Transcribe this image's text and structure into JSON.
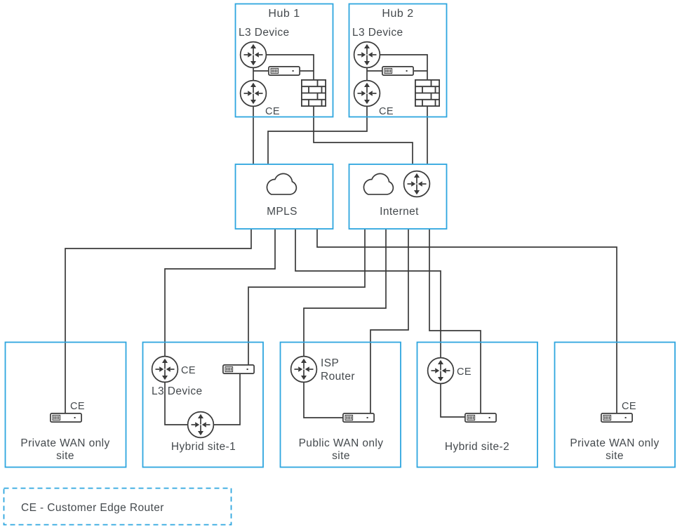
{
  "diagram": {
    "hubs": [
      {
        "title": "Hub 1",
        "l3_label": "L3 Device",
        "ce_label": "CE"
      },
      {
        "title": "Hub 2",
        "l3_label": "L3 Device",
        "ce_label": "CE"
      }
    ],
    "networks": {
      "mpls": {
        "label": "MPLS"
      },
      "internet": {
        "label": "Internet"
      }
    },
    "sites": [
      {
        "name_line1": "Private WAN only",
        "name_line2": "site",
        "ce_label": "CE"
      },
      {
        "name": "Hybrid site-1",
        "ce_label": "CE",
        "l3_label": "L3 Device"
      },
      {
        "name_line1": "Public WAN only",
        "name_line2": "site",
        "isp_label_line1": "ISP",
        "isp_label_line2": "Router"
      },
      {
        "name": "Hybrid site-2",
        "ce_label": "CE"
      },
      {
        "name_line1": "Private WAN only",
        "name_line2": "site",
        "ce_label": "CE"
      }
    ],
    "legend": {
      "text": "CE - Customer Edge Router"
    },
    "colors": {
      "box_border": "#2ea6df",
      "wire": "#3a3a3a",
      "text": "#44494d"
    }
  }
}
